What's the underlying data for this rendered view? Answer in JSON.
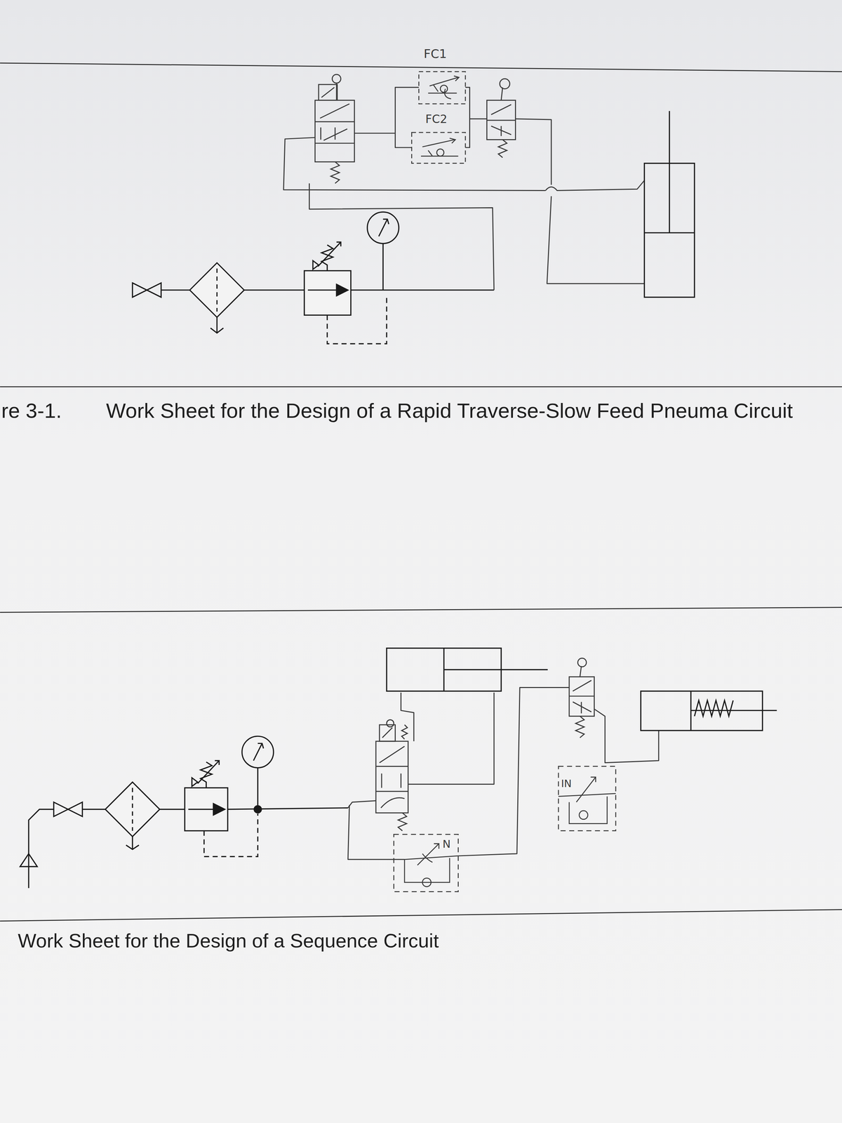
{
  "diagram": {
    "nodes": [
      {
        "text": [
          "FC1"
        ]
      },
      {
        "text": [
          "FC2"
        ]
      },
      {
        "text": [
          "N"
        ]
      },
      {
        "text": [
          "IN"
        ]
      }
    ],
    "labels": [
      "re 3-1.",
      "Work Sheet for the Design of a Rapid Traverse-Slow Feed Pneuma Circuit",
      "Work Sheet for the Design of a Sequence Circuit"
    ]
  }
}
